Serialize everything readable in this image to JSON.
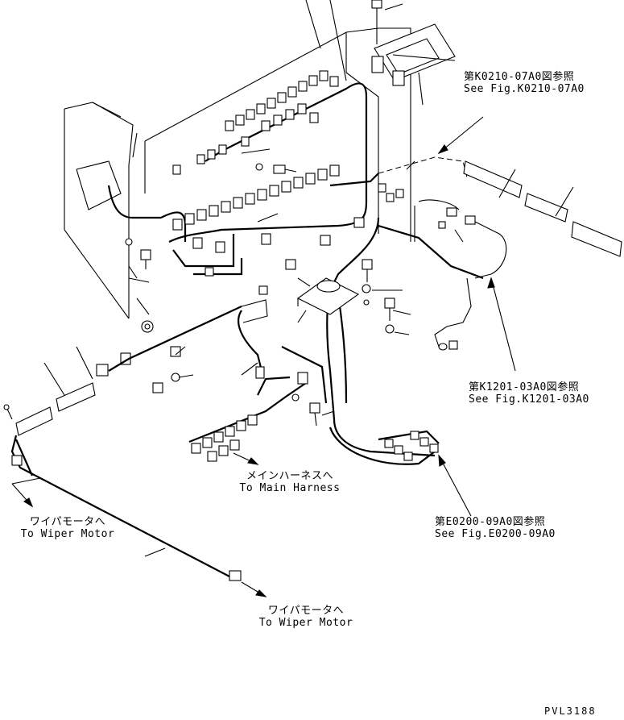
{
  "references": [
    {
      "id": "k0210",
      "ja": "第K0210-07A0図参照",
      "en": "See Fig.K0210-07A0"
    },
    {
      "id": "k1201",
      "ja": "第K1201-03A0図参照",
      "en": "See Fig.K1201-03A0"
    },
    {
      "id": "e0200",
      "ja": "第E0200-09A0図参照",
      "en": "See Fig.E0200-09A0"
    }
  ],
  "destinations": [
    {
      "id": "main-harness",
      "ja": "メインハーネスへ",
      "en": "To Main Harness"
    },
    {
      "id": "wiper-left",
      "ja": "ワイパモータへ",
      "en": "To Wiper Motor"
    },
    {
      "id": "wiper-bottom",
      "ja": "ワイパモータへ",
      "en": "To Wiper Motor"
    }
  ],
  "drawing_code": "PVL3188"
}
